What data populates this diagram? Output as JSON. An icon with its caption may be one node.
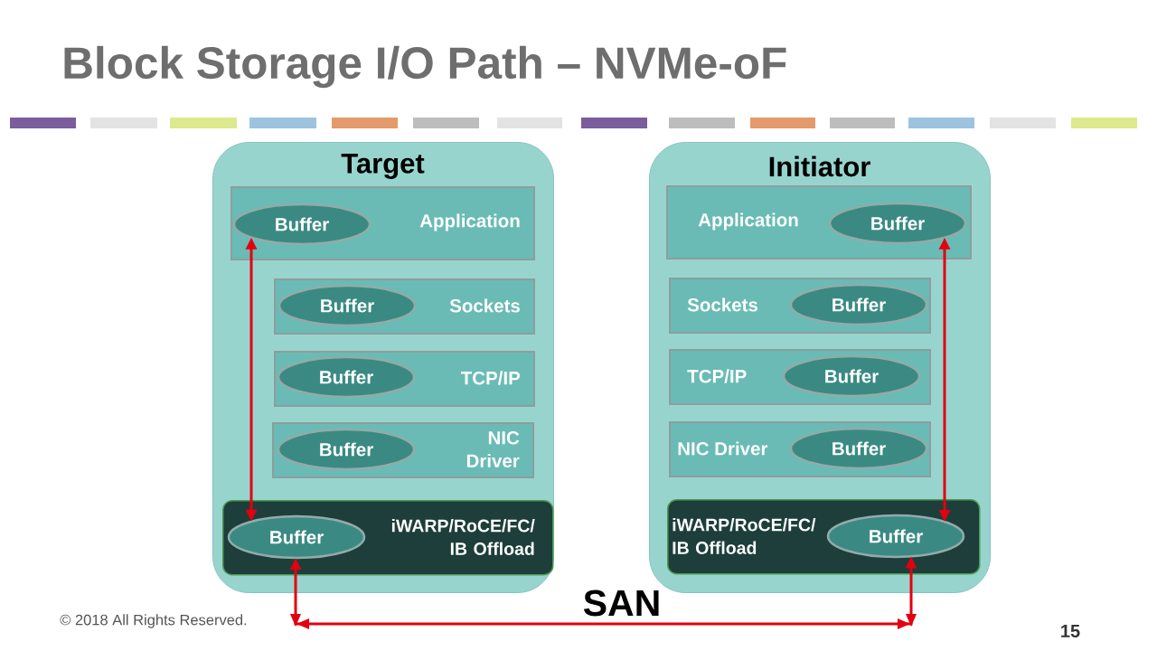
{
  "diagram": {
    "title": "Block Storage I/O Path – NVMe-oF",
    "nodes": [
      {
        "text": [
          "Target"
        ]
      },
      {
        "text": [
          "Application"
        ],
        "in": 0
      },
      {
        "text": [
          "Buffer"
        ],
        "in": 1
      },
      {
        "text": [
          "Sockets"
        ],
        "in": 0
      },
      {
        "text": [
          "Buffer"
        ],
        "in": 3
      },
      {
        "text": [
          "TCP/IP"
        ],
        "in": 0
      },
      {
        "text": [
          "Buffer"
        ],
        "in": 5
      },
      {
        "text": [
          "NIC Driver"
        ],
        "in": 0
      },
      {
        "text": [
          "Buffer"
        ],
        "in": 7
      },
      {
        "text": [
          "iWARP/RoCE/FC/ IB Offload"
        ],
        "in": 0
      },
      {
        "text": [
          "Buffer"
        ],
        "in": 9
      },
      {
        "text": [
          "Initiator"
        ]
      },
      {
        "text": [
          "Application"
        ],
        "in": 11
      },
      {
        "text": [
          "Buffer"
        ],
        "in": 12
      },
      {
        "text": [
          "Sockets"
        ],
        "in": 11
      },
      {
        "text": [
          "Buffer"
        ],
        "in": 14
      },
      {
        "text": [
          "TCP/IP"
        ],
        "in": 11
      },
      {
        "text": [
          "Buffer"
        ],
        "in": 16
      },
      {
        "text": [
          "NIC Driver"
        ],
        "in": 11
      },
      {
        "text": [
          "Buffer"
        ],
        "in": 18
      },
      {
        "text": [
          "iWARP/RoCE/FC/ IB Offload"
        ],
        "in": 11
      },
      {
        "text": [
          "Buffer"
        ],
        "in": 20
      }
    ],
    "edges": [
      {
        "from": 2,
        "to": 10,
        "arrow": "both"
      },
      {
        "from": 13,
        "to": 21,
        "arrow": "both"
      },
      {
        "from": 10,
        "to": 21,
        "arrow": "both",
        "label": "SAN"
      }
    ],
    "labels": [
      "© 2018 All Rights Reserved.",
      "15"
    ]
  }
}
